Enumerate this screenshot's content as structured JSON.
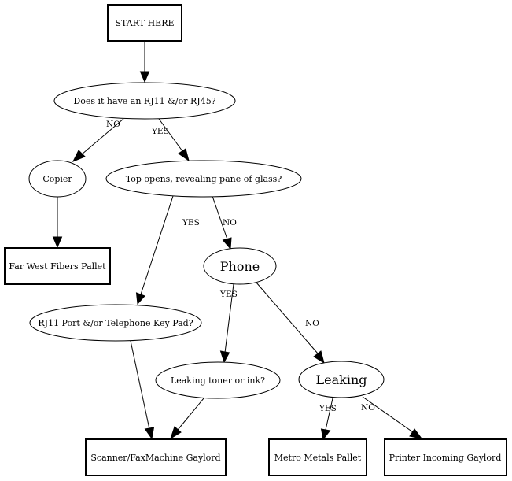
{
  "nodes": {
    "start": "START HERE",
    "rj": "Does it have an RJ11 &/or RJ45?",
    "copier": "Copier",
    "farwest": "Far West Fibers Pallet",
    "topopens": "Top opens, revealing pane of glass?",
    "rjport": "RJ11 Port &/or Telephone Key Pad?",
    "phone": "Phone",
    "leaktoner": "Leaking toner or ink?",
    "leaking": "Leaking",
    "scanner": "Scanner/FaxMachine Gaylord",
    "metro": "Metro Metals Pallet",
    "printer": "Printer Incoming Gaylord"
  },
  "edges": {
    "rj_no": "NO",
    "rj_yes": "YES",
    "top_yes": "YES",
    "top_no": "NO",
    "phone_yes": "YES",
    "phone_no": "NO",
    "leaking_yes": "YES",
    "leaking_no": "NO"
  }
}
